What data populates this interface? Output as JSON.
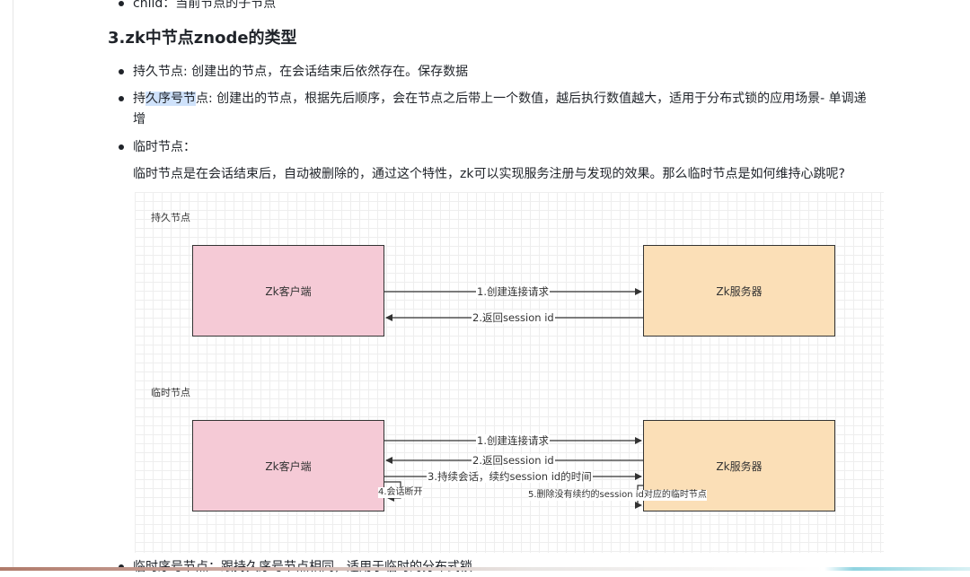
{
  "doc": {
    "top_cut_item": "child：当前节点的子节点",
    "heading": "3.zk中节点znode的类型",
    "items": [
      {
        "text": "持久节点: 创建出的节点，在会话结束后依然存在。保存数据"
      },
      {
        "pre": "持",
        "highlight": "久序号节",
        "post": "点: 创建出的节点，根据先后顺序，会在节点之后带上一个数值，越后执行数值越大，适用于分布式锁的应用场景- 单调递",
        "cont": "增"
      },
      {
        "text": "临时节点："
      }
    ],
    "paragraph": "临时节点是在会话结束后，自动被删除的，通过这个特性，zk可以实现服务注册与发现的效果。那么临时节点是如何维持心跳呢?",
    "bottom_cut_item": "临时序号节点：跟持久序号节点相同，适用于临时的分布式锁"
  },
  "diagram": {
    "section1": {
      "title": "持久节点",
      "client": "Zk客户端",
      "server": "Zk服务器",
      "arrows": [
        "1.创建连接请求",
        "2.返回session id"
      ]
    },
    "section2": {
      "title": "临时节点",
      "client": "Zk客户端",
      "server": "Zk服务器",
      "arrows": [
        "1.创建连接请求",
        "2.返回session id",
        "3.持续会话，续约session id的时间"
      ],
      "client_note": "4.会话断开",
      "server_note": "5.删除没有续约的session id对应的临时节点"
    }
  },
  "colors": {
    "client_fill": "#f5cad6",
    "server_fill": "#fbdfb7",
    "highlight": "#cfe2fb"
  }
}
